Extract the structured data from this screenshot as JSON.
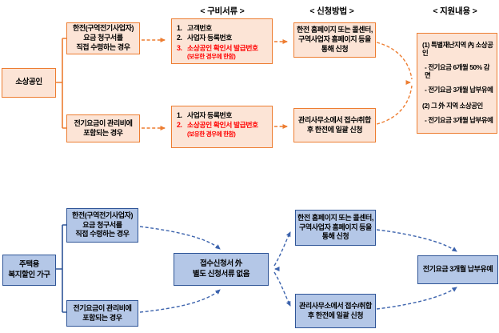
{
  "colors": {
    "orange_border": "#ED7D31",
    "orange_fill": "#FCE4D6",
    "red_text": "#FF0000",
    "blue_border": "#2F5597",
    "blue_fill": "#B4C7E7",
    "blue_arrow": "#3C63AD"
  },
  "top": {
    "headers": {
      "documents": "< 구비서류 >",
      "method": "< 신청방법 >",
      "support": "< 지원내용 >"
    },
    "source_label": "소상공인",
    "case_direct": {
      "lines": [
        "한전(구역전기사업자)",
        "요금 청구서를",
        "직접 수령하는 경우"
      ]
    },
    "case_managed": {
      "lines": [
        "전기요금이 관리비에",
        "포함되는 경우"
      ]
    },
    "docs_direct": {
      "items": [
        {
          "num": "1.",
          "text": "고객번호"
        },
        {
          "num": "2.",
          "text": "사업자 등록번호"
        },
        {
          "num": "3.",
          "text": "소상공인 확인서 발급번호"
        }
      ],
      "note": "(보유한 경우에 한함)"
    },
    "docs_managed": {
      "items": [
        {
          "num": "1.",
          "text": "사업자 등록번호"
        },
        {
          "num": "2.",
          "text": "소상공인 확인서 발급번호"
        }
      ],
      "note": "(보유한 경우에 한함)"
    },
    "method_online": {
      "lines": [
        "한전 홈페이지 또는 콜센터,",
        "구역사업자 홈페이지 등을",
        "통해 신청"
      ]
    },
    "method_office": {
      "lines": [
        "관리사무소에서 접수/취합",
        "후 한전에 일괄 신청"
      ]
    },
    "support": {
      "lines": [
        {
          "text": "(1) 특별재난지역 內 소상공인"
        },
        {
          "text": "- 전기요금 6개월 50% 감면"
        },
        {
          "text": "- 전기요금 3개월 납부유예"
        },
        {
          "text": "(2) 그 外 지역 소상공인"
        },
        {
          "text": "- 전기요금 3개월 납부유예"
        }
      ]
    }
  },
  "bottom": {
    "source": {
      "lines": [
        "주택용",
        "복지할인 가구"
      ]
    },
    "case_direct": {
      "lines": [
        "한전(구역전기사업자)",
        "요금 청구서를",
        "직접 수령하는 경우"
      ]
    },
    "case_managed": {
      "lines": [
        "전기요금이 관리비에",
        "포함되는 경우"
      ]
    },
    "receipt": {
      "lines": [
        "접수신청서 外",
        "별도 신청서류 없음"
      ]
    },
    "method_online": {
      "lines": [
        "한전 홈페이지 또는 콜센터,",
        "구역사업자 홈페이지 등을",
        "통해 신청"
      ]
    },
    "method_office": {
      "lines": [
        "관리사무소에서 접수/취합",
        "후 한전에 일괄 신청"
      ]
    },
    "deferral_label": "전기요금 3개월 납부유예"
  }
}
